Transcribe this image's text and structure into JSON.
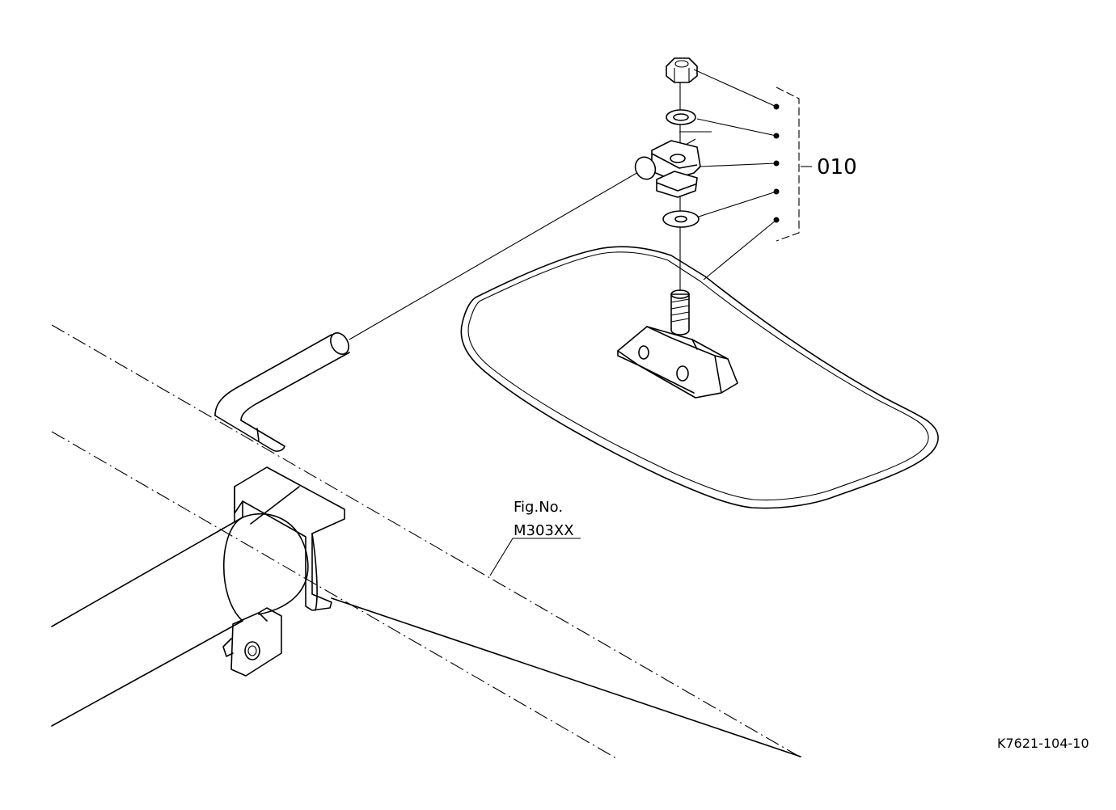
{
  "callout": {
    "part_number": "010"
  },
  "figure_ref": {
    "line1": "Fig.No.",
    "line2": "M303XX"
  },
  "drawing_id": "K7621-104-10"
}
